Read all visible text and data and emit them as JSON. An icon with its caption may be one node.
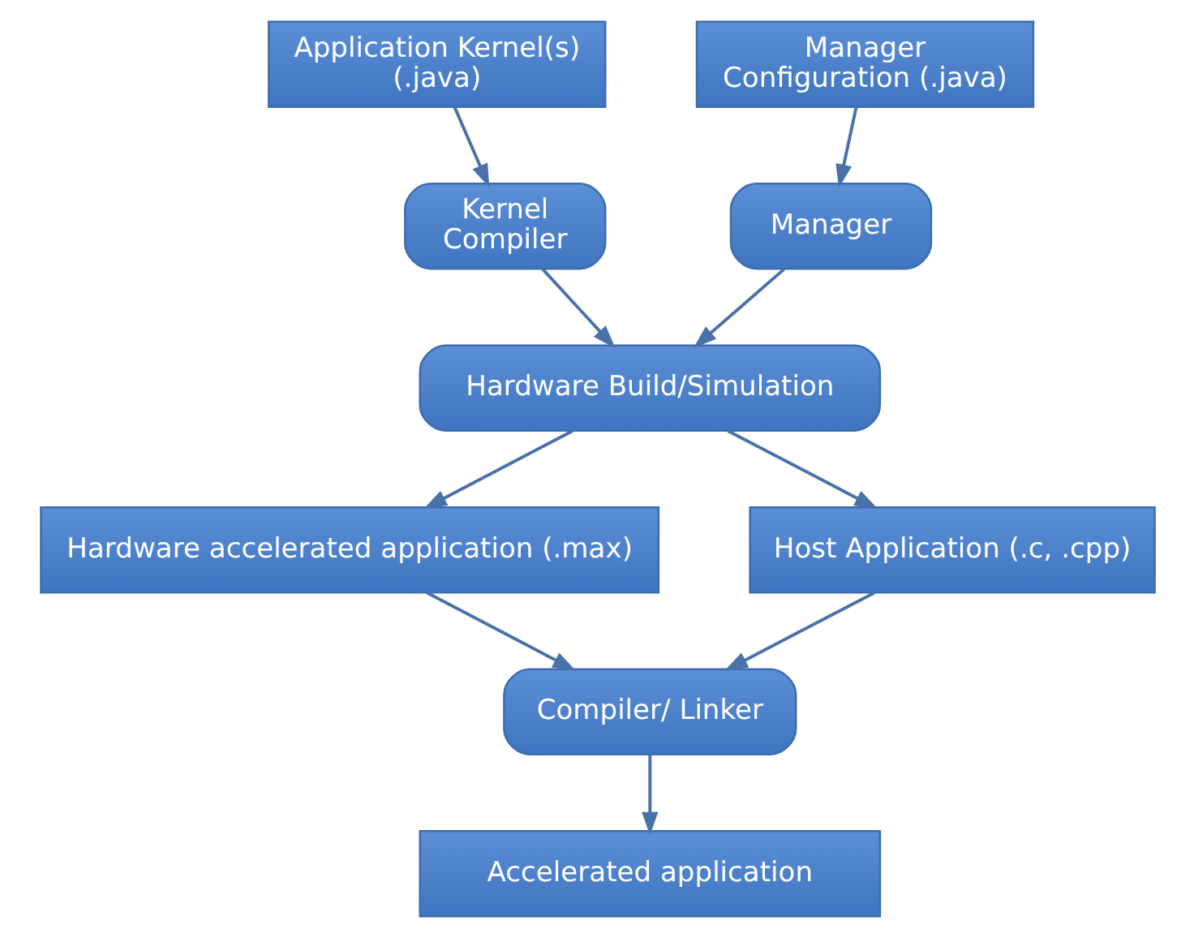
{
  "diagram": {
    "nodes": [
      {
        "text": [
          "Application Kernel(s) (.java)"
        ]
      },
      {
        "text": [
          "Manager Configuration (.java)"
        ]
      },
      {
        "text": [
          "Kernel Compiler"
        ]
      },
      {
        "text": [
          "Manager"
        ]
      },
      {
        "text": [
          "Hardware Build/Simulation"
        ]
      },
      {
        "text": [
          "Hardware accelerated application (.max)"
        ]
      },
      {
        "text": [
          "Host Application (.c, .cpp)"
        ]
      },
      {
        "text": [
          "Compiler/ Linker"
        ]
      },
      {
        "text": [
          "Accelerated application"
        ]
      }
    ],
    "edges": [
      {
        "from": 0,
        "to": 2,
        "arrow": "to"
      },
      {
        "from": 1,
        "to": 3,
        "arrow": "to"
      },
      {
        "from": 2,
        "to": 4,
        "arrow": "to"
      },
      {
        "from": 3,
        "to": 4,
        "arrow": "to"
      },
      {
        "from": 4,
        "to": 5,
        "arrow": "to"
      },
      {
        "from": 4,
        "to": 6,
        "arrow": "to"
      },
      {
        "from": 5,
        "to": 7,
        "arrow": "to"
      },
      {
        "from": 6,
        "to": 7,
        "arrow": "to"
      },
      {
        "from": 7,
        "to": 8,
        "arrow": "to"
      }
    ]
  }
}
